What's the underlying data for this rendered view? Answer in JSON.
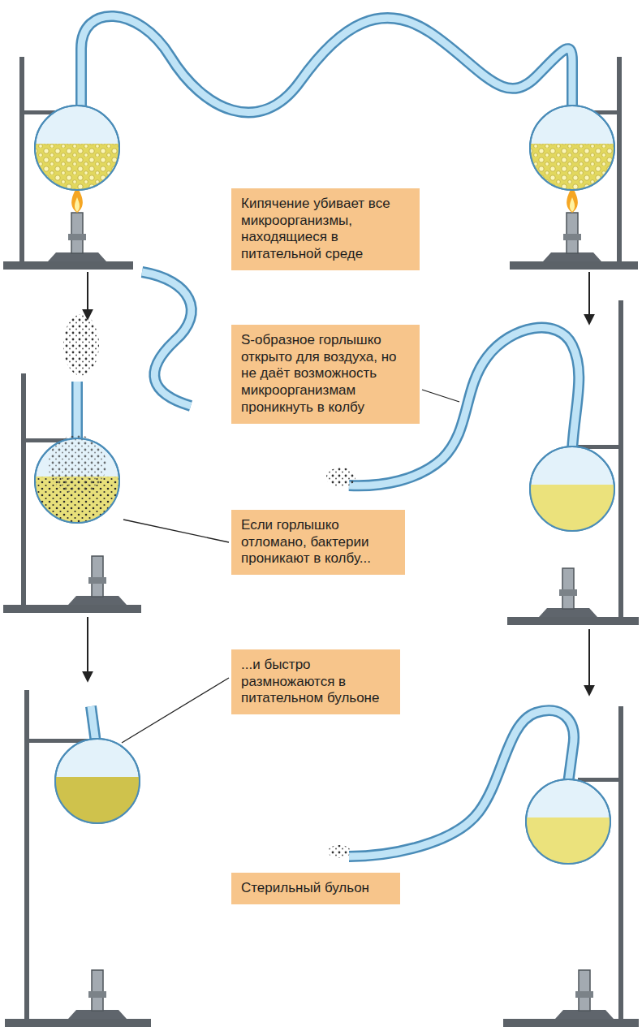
{
  "diagram": {
    "nodes": [
      {
        "text": [
          "Кипячение убивает все микроорганизмы, находящиеся в питательной среде"
        ]
      },
      {
        "text": [
          "S-образное горлышко открыто для воздуха, но не даёт возможность микроорганизмам проникнуть в колбу"
        ]
      },
      {
        "text": [
          "Если горлышко отломано, бактерии проникают в колбу..."
        ]
      },
      {
        "text": [
          "...и быстро размножаются в питательном бульоне"
        ]
      },
      {
        "text": [
          "Стерильный бульон"
        ]
      }
    ]
  }
}
